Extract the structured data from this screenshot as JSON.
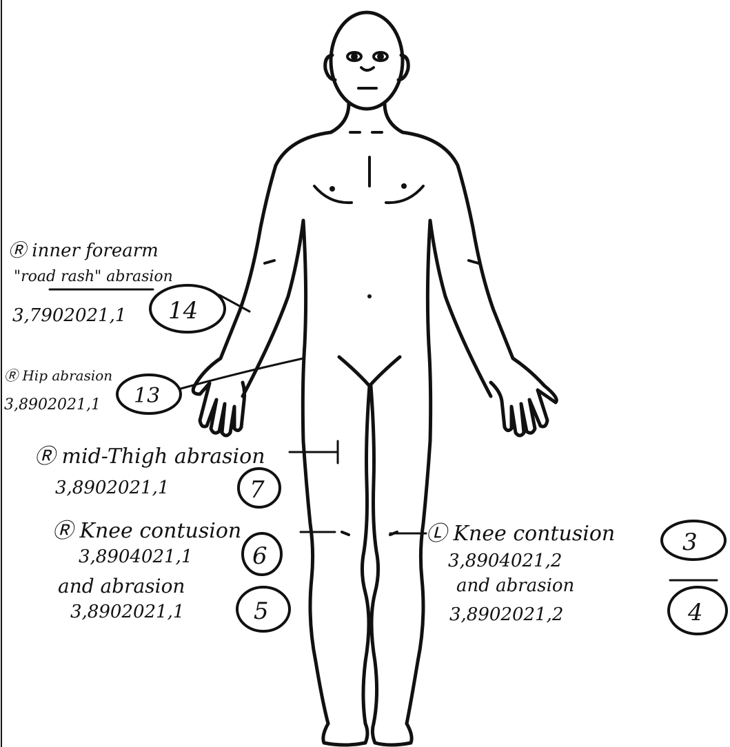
{
  "annotations": {
    "r_inner_forearm": {
      "label_line1": "Ⓡ inner forearm",
      "label_line2": "\"road rash\" abrasion",
      "code": "3,7902021,1",
      "number": "14"
    },
    "r_hip": {
      "label": "Ⓡ Hip abrasion",
      "code": "3,8902021,1",
      "number": "13"
    },
    "r_mid_thigh": {
      "label": "Ⓡ mid-Thigh abrasion",
      "code": "3,8902021,1",
      "number": "7"
    },
    "r_knee_contusion": {
      "label": "Ⓡ Knee contusion",
      "code": "3,8904021,1",
      "number": "6"
    },
    "r_knee_abrasion": {
      "label": "and abrasion",
      "code": "3,8902021,1",
      "number": "5"
    },
    "l_knee_contusion": {
      "label": "Ⓛ Knee contusion",
      "code": "3,8904021,2",
      "number": "3"
    },
    "l_knee_abrasion": {
      "label": "and abrasion",
      "code": "3,8902021,2",
      "number": "4"
    }
  },
  "colors": {
    "ink": "#111111",
    "paper": "#ffffff"
  }
}
